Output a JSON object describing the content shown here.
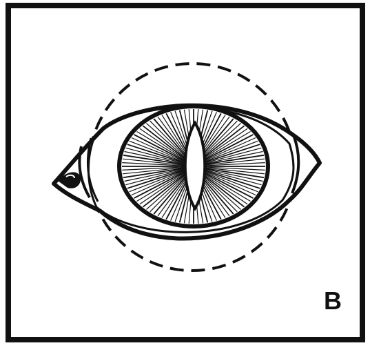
{
  "figure": {
    "panel_label": "B",
    "ink_color": "#111111",
    "paper_color": "#ffffff",
    "elements": [
      "eye-outline",
      "iris",
      "vertical-slit-pupil",
      "iris-rays",
      "dashed-circle",
      "tear-duct"
    ]
  }
}
